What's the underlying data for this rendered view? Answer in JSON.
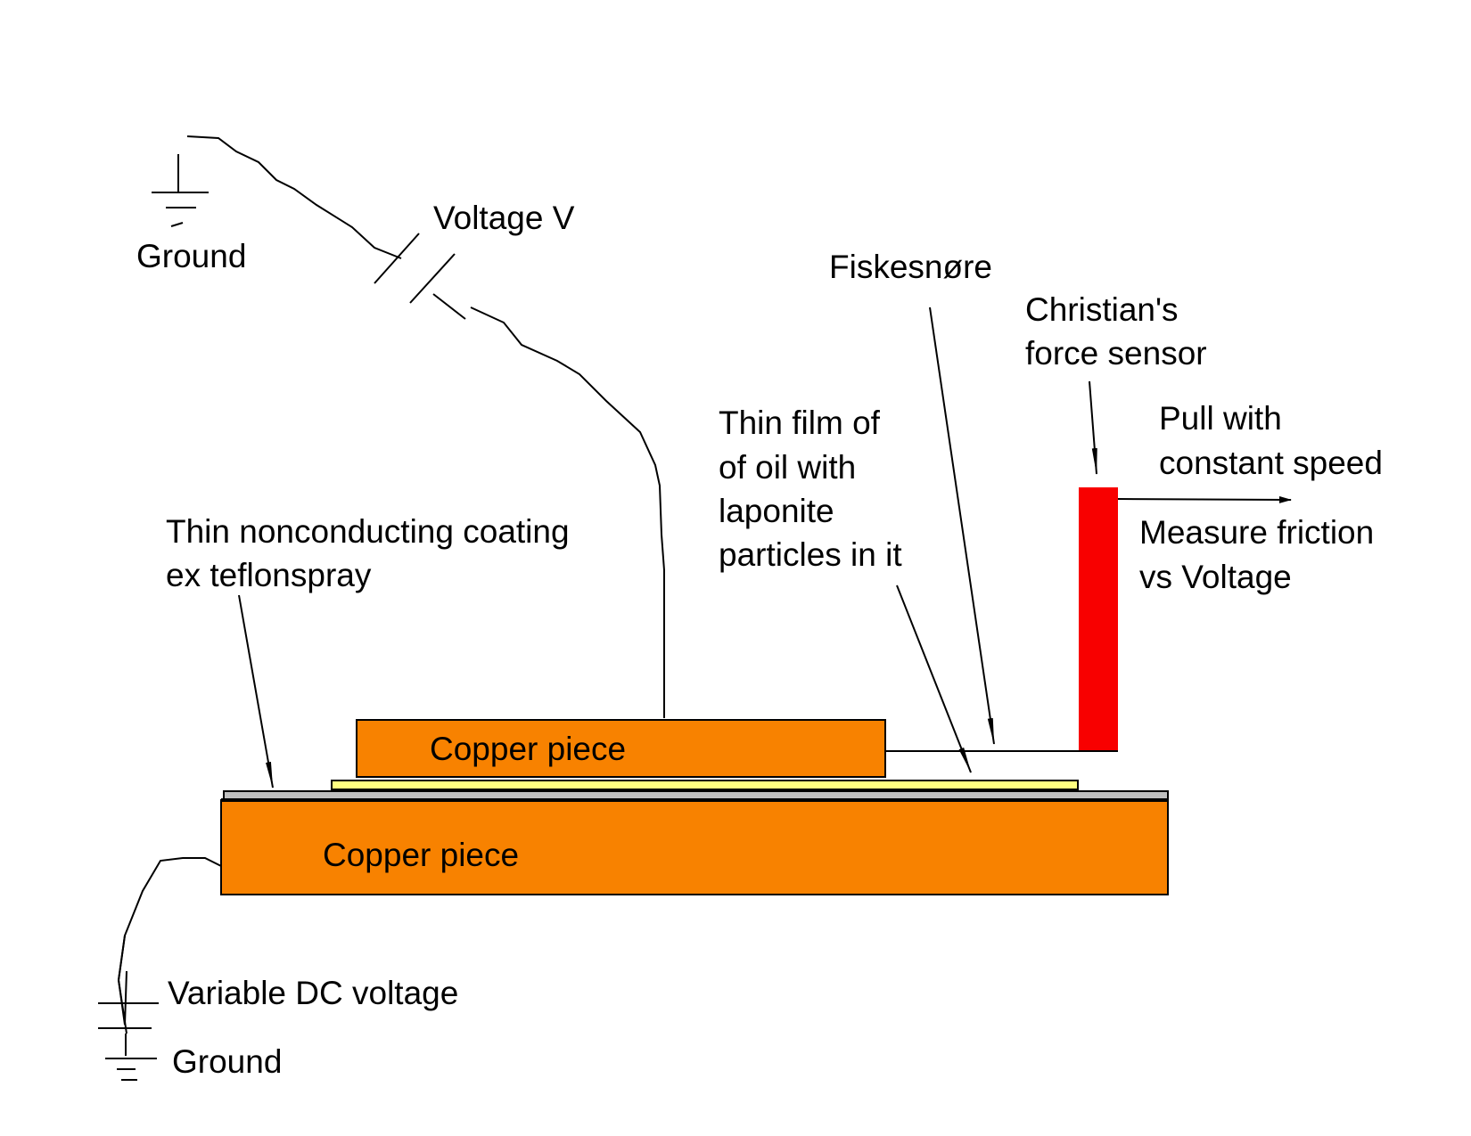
{
  "labels": {
    "ground_top": "Ground",
    "voltage": "Voltage V",
    "fiskesnore": "Fiskesnøre",
    "sensor_line1": "Christian's",
    "sensor_line2": "force sensor",
    "pull_line1": "Pull with",
    "pull_line2": "constant speed",
    "measure_line1": "Measure friction",
    "measure_line2": "vs Voltage",
    "film_line1": "Thin film of",
    "film_line2": "of oil with",
    "film_line3": "laponite",
    "film_line4": "particles in it",
    "coating_line1": "Thin nonconducting coating",
    "coating_line2": "ex teflonspray",
    "copper_top": "Copper piece",
    "copper_bottom": "Copper piece",
    "dc_voltage": "Variable DC voltage",
    "ground_bottom": "Ground"
  },
  "colors": {
    "copper": "#f88200",
    "oil_film": "#ffff80",
    "coating": "#c0c0c0",
    "force_sensor": "#f80000"
  }
}
